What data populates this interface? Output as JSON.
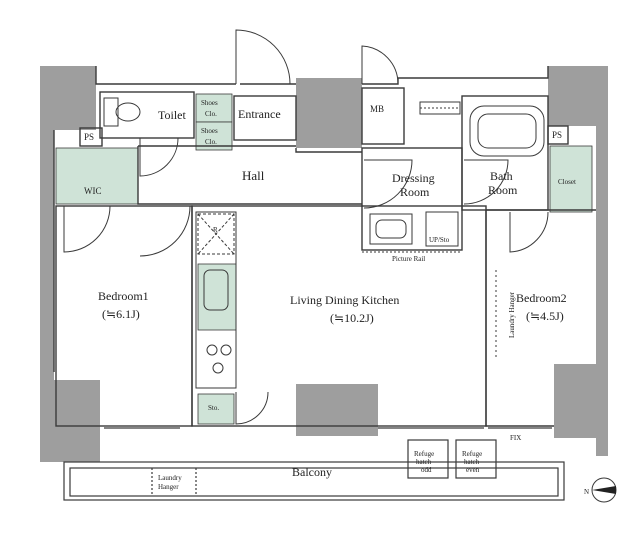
{
  "rooms": {
    "toilet": "Toilet",
    "entrance": "Entrance",
    "shoes_clo_1_l1": "Shoes",
    "shoes_clo_1_l2": "Clo.",
    "shoes_clo_2_l1": "Shoes",
    "shoes_clo_2_l2": "Clo.",
    "mb": "MB",
    "ps_left": "PS",
    "ps_right": "PS",
    "wic": "WIC",
    "hall": "Hall",
    "dressing_l1": "Dressing",
    "dressing_l2": "Room",
    "bath_l1": "Bath",
    "bath_l2": "Room",
    "closet": "Closet",
    "bedroom1": "Bedroom1",
    "bedroom1_area": "(≒6.1J)",
    "ldk": "Living Dining Kitchen",
    "ldk_area": "(≒10.2J)",
    "bedroom2": "Bedroom2",
    "bedroom2_area": "(≒4.5J)",
    "sto": "Sto.",
    "up_sto": "UP/Sto",
    "picture_rail": "Picture Rail",
    "laundry_hanger_v": "Laundry Hanger",
    "balcony": "Balcony",
    "laundry_hanger_l1": "Laundry",
    "laundry_hanger_l2": "Hanger",
    "refuge_odd_l1": "Refuge",
    "refuge_odd_l2": "hatch",
    "refuge_odd_l3": "odd",
    "refuge_even_l1": "Refuge",
    "refuge_even_l2": "hatch",
    "refuge_even_l3": "even",
    "fix": "FIX",
    "r": "R",
    "north": "N"
  },
  "colors": {
    "wall": "#9e9e9e",
    "storage": "#cfe3d7",
    "line": "#3a3a3a"
  }
}
